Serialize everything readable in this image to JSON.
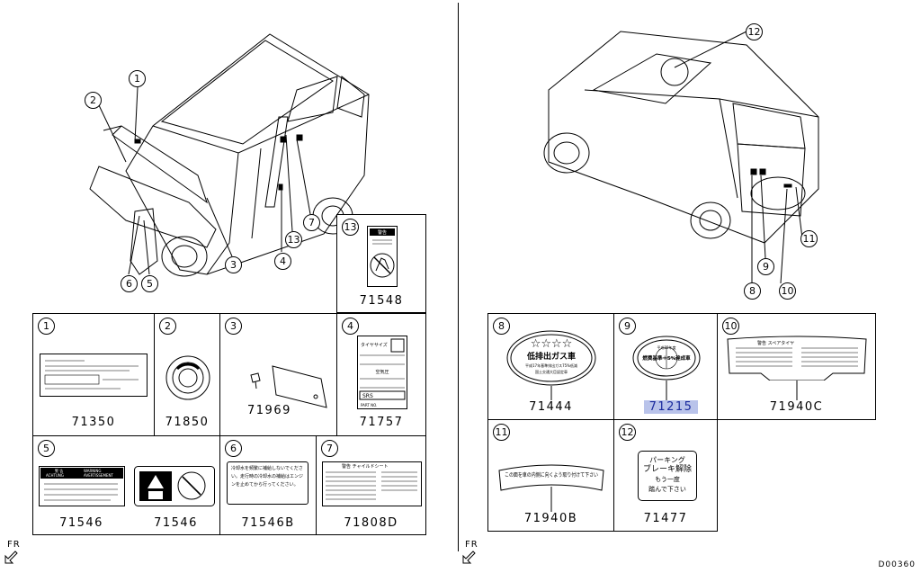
{
  "callouts": [
    "1",
    "2",
    "3",
    "4",
    "5",
    "6",
    "7",
    "8",
    "9",
    "10",
    "11",
    "12",
    "13"
  ],
  "cells": {
    "c1": {
      "num": "1",
      "part": "71350"
    },
    "c2": {
      "num": "2",
      "part": "71850"
    },
    "c3": {
      "num": "3",
      "part": "71969"
    },
    "c4": {
      "num": "4",
      "part": "71757",
      "label_text": [
        "タイヤサイズ",
        "空気圧",
        "SRS",
        "PART NO."
      ]
    },
    "c5": {
      "num": "5",
      "part_a": "71546",
      "part_b": "71546",
      "label_text": [
        "警 告",
        "WARNING",
        "ACHTUNG",
        "AVERTISSEMENT"
      ]
    },
    "c6": {
      "num": "6",
      "part": "71546B",
      "label_text": "冷却水を頻繁に補給しないでください。走行時の冷却水の補給はエンジンを止めてから行ってください。"
    },
    "c7": {
      "num": "7",
      "part": "71808D",
      "label_text": "警告 チャイルドシート"
    },
    "c8": {
      "num": "8",
      "part": "71444",
      "label_text": [
        "☆☆☆☆",
        "低排出ガス車",
        "平成17年基準排出ガス75%低減",
        "国土交通大臣認定車"
      ]
    },
    "c9": {
      "num": "9",
      "part": "71215",
      "label_text": [
        "平成22年度",
        "燃費基準＋5%達成車"
      ]
    },
    "c10": {
      "num": "10",
      "part": "71940C",
      "label_text": "警告 スペアタイヤ"
    },
    "c11": {
      "num": "11",
      "part": "71940B",
      "label_text": "この面を車の内側に向くよう取り付けて下さい"
    },
    "c12": {
      "num": "12",
      "part": "71477",
      "label_text": [
        "パーキング",
        "ブレーキ解除",
        "もう一度",
        "踏んで下さい"
      ]
    },
    "c13": {
      "num": "13",
      "part": "71548",
      "label_text": "警告"
    }
  },
  "orientation_label_left": "FR",
  "orientation_label_right": "FR",
  "document_id": "D00360",
  "highlight_color": "#b9c3ea"
}
